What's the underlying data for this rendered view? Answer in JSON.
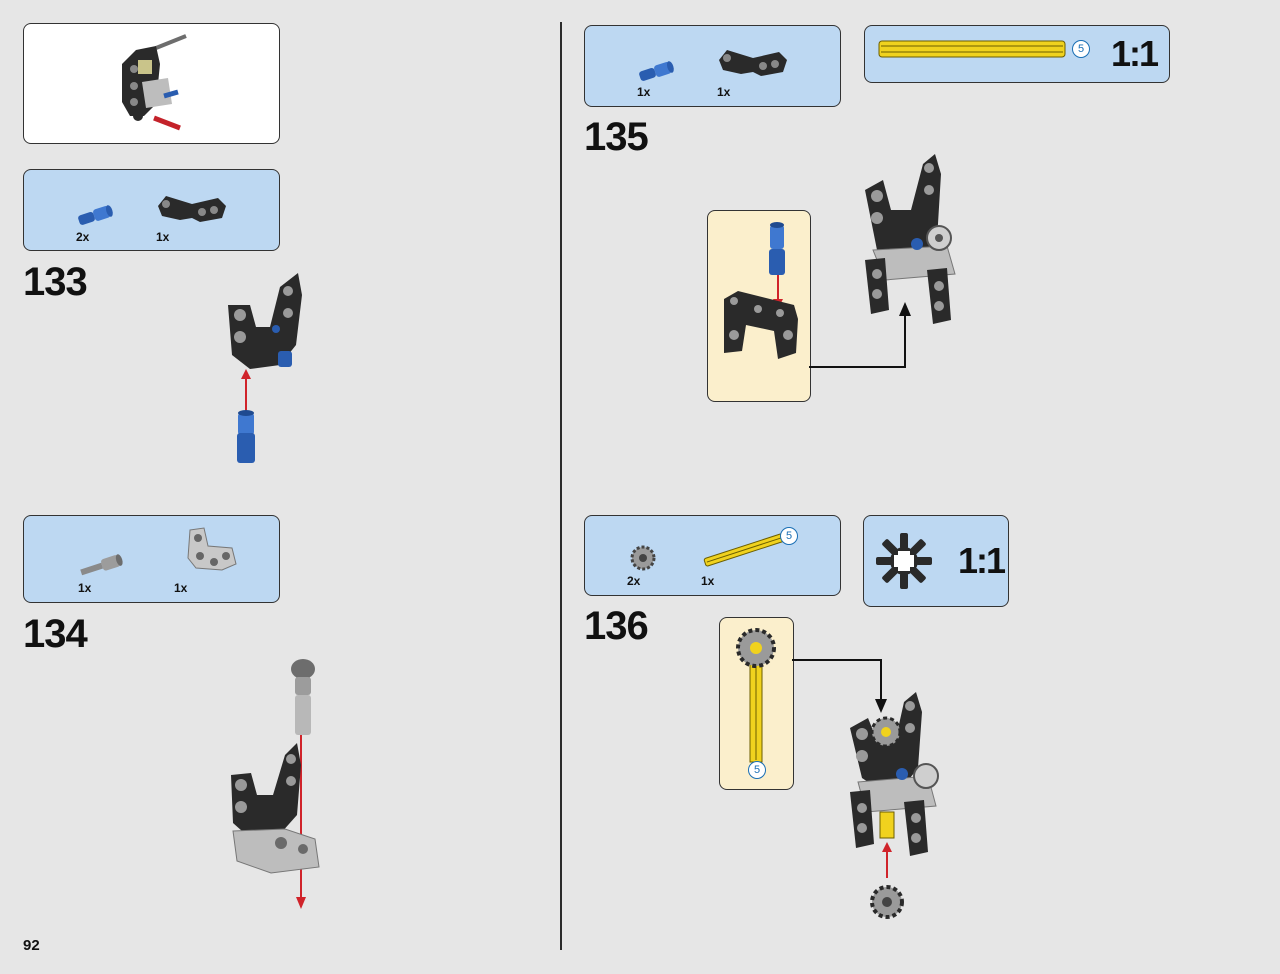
{
  "page_number": "92",
  "steps": [
    {
      "number": "133",
      "parts": [
        {
          "name": "blue-axle-pin-icon",
          "qty": "2x"
        },
        {
          "name": "black-bent-beam-icon",
          "qty": "1x"
        }
      ]
    },
    {
      "number": "134",
      "parts": [
        {
          "name": "grey-axle-pin-icon",
          "qty": "1x"
        },
        {
          "name": "grey-triangle-beam-icon",
          "qty": "1x"
        }
      ]
    },
    {
      "number": "135",
      "parts": [
        {
          "name": "blue-axle-pin-icon",
          "qty": "1x"
        },
        {
          "name": "black-bent-beam-icon",
          "qty": "1x"
        }
      ],
      "scale": {
        "label": "1:1",
        "length": "5"
      }
    },
    {
      "number": "136",
      "parts": [
        {
          "name": "grey-gear-icon",
          "qty": "2x"
        },
        {
          "name": "yellow-axle-icon",
          "qty": "1x",
          "length": "5"
        }
      ],
      "scale": {
        "label": "1:1"
      },
      "sub_assembly_length": "5"
    }
  ],
  "colors": {
    "background": "#e6e6e6",
    "parts_box": "#bdd8f2",
    "sub_assembly_box": "#fbefcc",
    "arrow_red": "#d0232a",
    "brick_blue": "#2a5db0",
    "brick_yellow": "#f0d21e",
    "brick_black": "#2a2a2a",
    "brick_grey": "#a9a9a9"
  }
}
